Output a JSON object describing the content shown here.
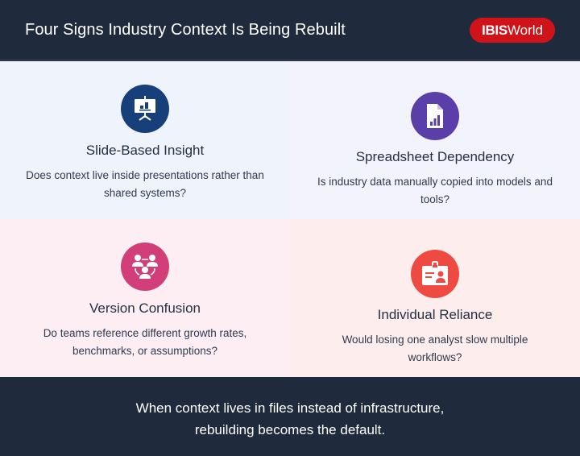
{
  "header": {
    "title": "Four Signs Industry Context Is Being Rebuilt",
    "logo": {
      "bold": "IBIS",
      "regular": "World",
      "color": "#d01318"
    }
  },
  "signs": [
    {
      "title": "Slide-Based Insight",
      "description": "Does context live inside presentations rather than shared systems?",
      "icon": "presentation-board-icon",
      "color": "#173f7a",
      "background": "#eef3fc"
    },
    {
      "title": "Spreadsheet Dependency",
      "description": "Is industry data manually copied into models and tools?",
      "icon": "spreadsheet-file-icon",
      "color": "#5b3fa8",
      "background": "#f3f3fd"
    },
    {
      "title": "Version Confusion",
      "description": "Do teams reference different growth rates, benchmarks, or assumptions?",
      "icon": "team-network-icon",
      "color": "#d23f78",
      "background": "#fdeef4"
    },
    {
      "title": "Individual Reliance",
      "description": "Would losing one analyst slow multiple workflows?",
      "icon": "id-badge-icon",
      "color": "#ef4a42",
      "background": "#fdeded"
    }
  ],
  "footer": {
    "line1": "When context lives in files instead of infrastructure,",
    "line2": "rebuilding becomes the default."
  }
}
